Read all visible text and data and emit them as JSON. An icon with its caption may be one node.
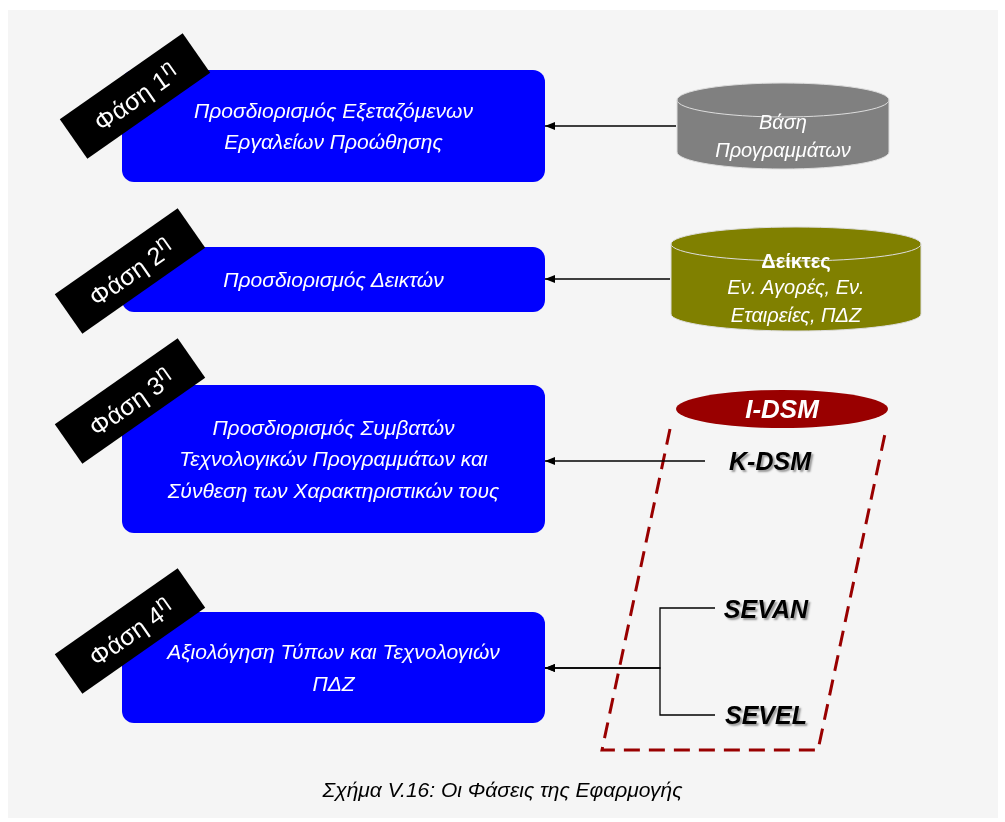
{
  "diagram": {
    "caption": "Σχήμα V.16: Οι Φάσεις της Εφαρμογής",
    "nodes": [
      {
        "text": [
          "Φάση 1$^{η}$"
        ]
      },
      {
        "text": [
          "Προσδιορισμός Εξεταζόμενων Εργαλείων Προώθησης"
        ]
      },
      {
        "text": [
          "Βάση Προγραμμάτων"
        ]
      },
      {
        "text": [
          "Φάση 2$^{η}$"
        ]
      },
      {
        "text": [
          "Προσδιορισμός Δεικτών"
        ]
      },
      {
        "text": [
          "Δείκτες",
          "Εν. Αγορές, Εν. Εταιρείες, ΠΔΖ"
        ]
      },
      {
        "text": [
          "Φάση 3$^{η}$"
        ]
      },
      {
        "text": [
          "Προσδιορισμός Συμβατών Τεχνολογικών Προγραμμάτων και Σύνθεση των Χαρακτηριστικών τους"
        ]
      },
      {
        "text": [],
        "shape": "parallelogram"
      },
      {
        "text": [
          "I-DSM"
        ]
      },
      {
        "text": [
          "K-DSM"
        ],
        "in": 8
      },
      {
        "text": [
          "Φάση 4$^{η}$"
        ]
      },
      {
        "text": [
          "Αξιολόγηση Τύπων και Τεχνολογιών ΠΔΖ"
        ]
      },
      {
        "text": [
          "SEVAN"
        ],
        "in": 8
      },
      {
        "text": [
          "SEVEL"
        ],
        "in": 8
      }
    ],
    "edges": [
      {
        "from": 2,
        "to": 1,
        "arrow": "to"
      },
      {
        "from": 5,
        "to": 4,
        "arrow": "to"
      },
      {
        "from": 10,
        "to": 7,
        "arrow": "to"
      },
      {
        "from": 13,
        "to": 12,
        "arrow": "to"
      },
      {
        "from": 14,
        "to": 12,
        "arrow": "to"
      }
    ]
  }
}
